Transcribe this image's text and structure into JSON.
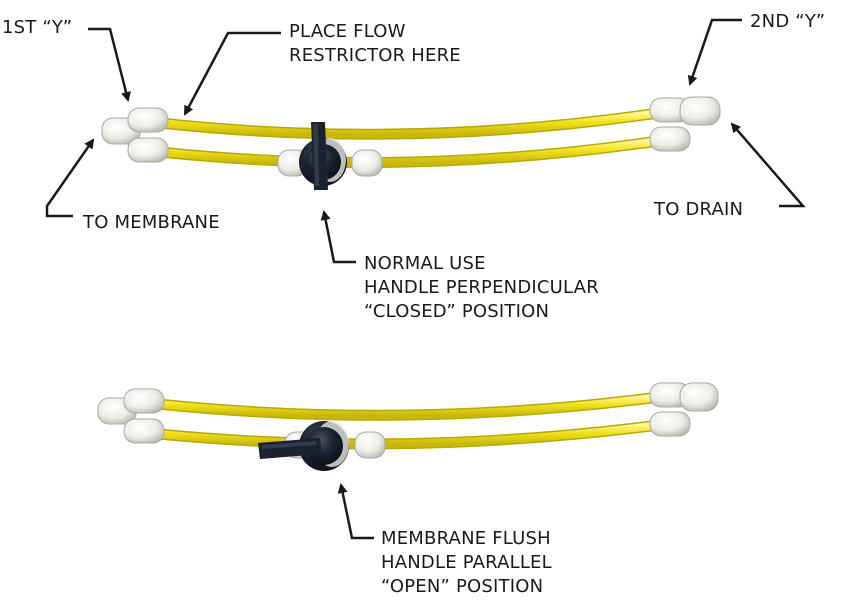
{
  "labels": {
    "first_y": "1ST “Y”",
    "flow_restrictor": [
      "PLACE FLOW",
      "RESTRICTOR HERE"
    ],
    "second_y": "2ND “Y”",
    "to_membrane": "TO MEMBRANE",
    "to_drain": "TO DRAIN",
    "normal_use": [
      "NORMAL USE",
      "HANDLE PERPENDICULAR",
      "“CLOSED” POSITION"
    ],
    "membrane_flush": [
      "MEMBRANE FLUSH",
      "HANDLE PARALLEL",
      "“OPEN” POSITION"
    ]
  },
  "colors": {
    "tubing": "#f2e21b",
    "fitting": "#eceee6",
    "valve_body": "#1c2430",
    "arrow": "#1a1a1a",
    "text": "#1a1a1a"
  }
}
